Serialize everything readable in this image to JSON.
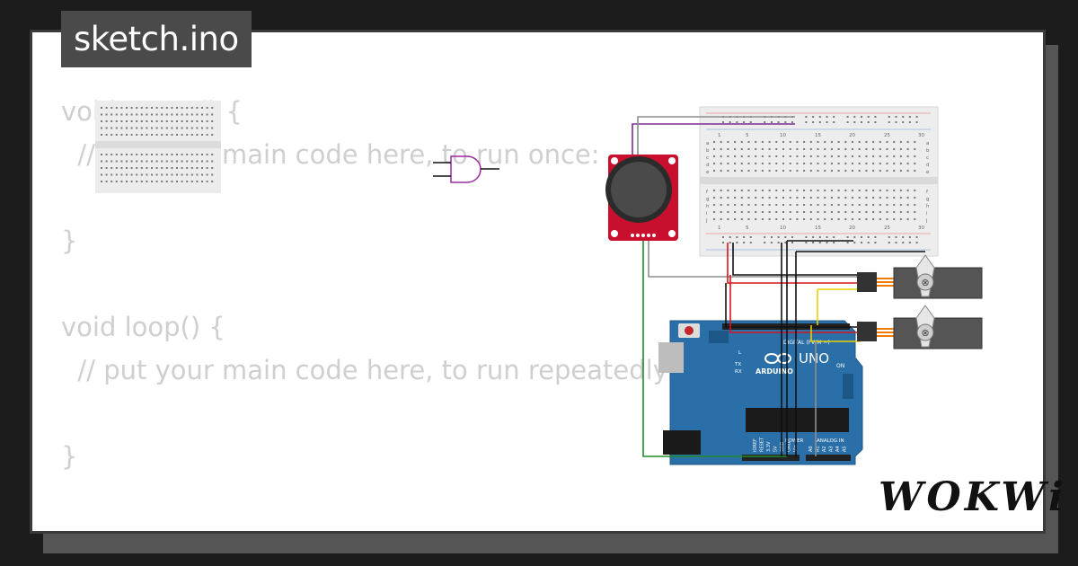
{
  "header": {
    "title": "sketch.ino"
  },
  "code": {
    "lines": [
      "void setup() {",
      "  // put your main code here, to run once:",
      "",
      "}",
      "",
      "void loop() {",
      "  // put your main code here, to run repeatedly:",
      "",
      "}"
    ]
  },
  "board": {
    "brand": "ARDUINO",
    "model": "UNO",
    "digital_label": "DIGITAL (PWM ~)",
    "power_label": "POWER",
    "analog_label": "ANALOG IN",
    "on_label": "ON",
    "pins_power": [
      "IOREF",
      "RESET",
      "3.3V",
      "5V",
      "GND",
      "GND",
      "Vin"
    ],
    "pins_analog": [
      "A0",
      "A1",
      "A2",
      "A3",
      "A4",
      "A5"
    ],
    "led_labels": [
      "L",
      "TX",
      "RX"
    ]
  },
  "breadboard": {
    "column_numbers": [
      "1",
      "5",
      "10",
      "15",
      "20",
      "25",
      "30"
    ],
    "row_letters_top": [
      "a",
      "b",
      "c",
      "d",
      "e"
    ],
    "row_letters_bottom": [
      "f",
      "g",
      "h",
      "i",
      "j"
    ]
  },
  "branding": {
    "logo": "WOKWi"
  },
  "colors": {
    "background": "#1c1c1c",
    "card": "#ffffff",
    "tab": "#4a4a4a",
    "board_blue": "#2a6fa8",
    "joystick_red": "#c8102e",
    "wire_purple": "#7b2d8e",
    "wire_green": "#1f8a2b",
    "wire_red": "#d8151a",
    "wire_yellow": "#e8d000"
  }
}
